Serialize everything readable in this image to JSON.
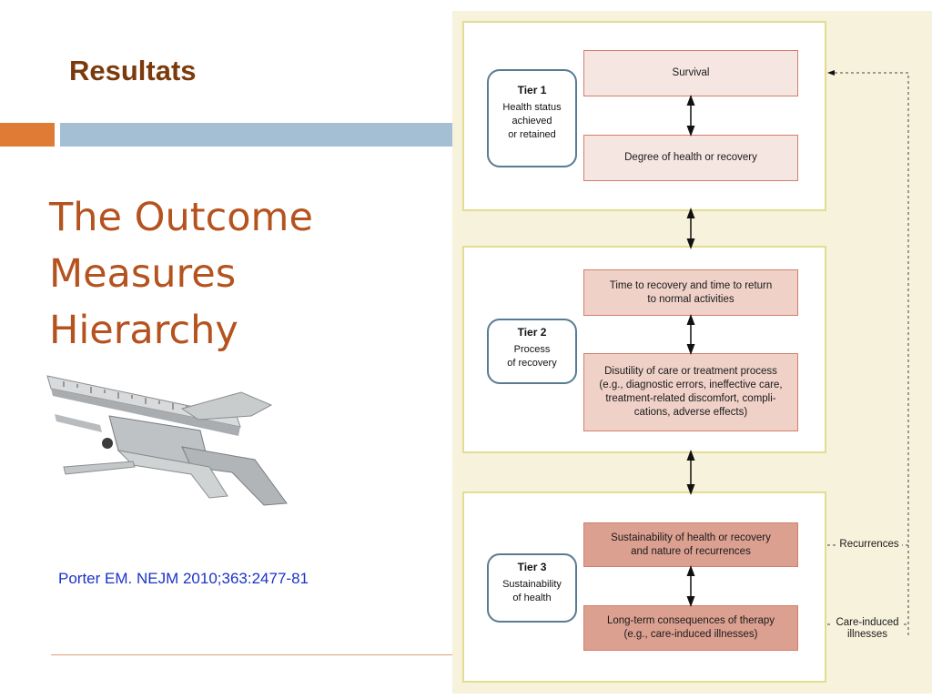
{
  "slide": {
    "heading": "Resultats",
    "title_lines": [
      "The Outcome",
      "Measures",
      "Hierarchy"
    ],
    "citation": "Porter EM. NEJM 2010;363:2477-81",
    "colors": {
      "heading": "#7b3a0c",
      "title": "#b5531f",
      "accent_orange": "#e07b35",
      "accent_blue": "#a4bfd4",
      "citation": "#1a33c8"
    }
  },
  "diagram": {
    "tiers": [
      {
        "name": "Tier 1",
        "description_lines": [
          "Health status",
          "achieved",
          "or retained"
        ],
        "outcomes": [
          {
            "lines": [
              "Survival"
            ]
          },
          {
            "lines": [
              "Degree of health or recovery"
            ]
          }
        ]
      },
      {
        "name": "Tier 2",
        "description_lines": [
          "Process",
          "of recovery"
        ],
        "outcomes": [
          {
            "lines": [
              "Time to recovery and time to return",
              "to normal activities"
            ]
          },
          {
            "lines": [
              "Disutility of care or treatment process",
              "(e.g., diagnostic errors, ineffective care,",
              "treatment-related discomfort, compli-",
              "cations, adverse effects)"
            ]
          }
        ]
      },
      {
        "name": "Tier 3",
        "description_lines": [
          "Sustainability",
          "of health"
        ],
        "outcomes": [
          {
            "lines": [
              "Sustainability of health or recovery",
              "and nature of recurrences"
            ]
          },
          {
            "lines": [
              "Long-term consequences of therapy",
              "(e.g., care-induced illnesses)"
            ]
          }
        ]
      }
    ],
    "feedback_labels": {
      "recurrences": "Recurrences",
      "care_induced_lines": [
        "Care-induced",
        "illnesses"
      ]
    },
    "icons": [
      "double-arrow-icon",
      "dashed-feedback-arrow-icon",
      "caliper-image"
    ]
  }
}
